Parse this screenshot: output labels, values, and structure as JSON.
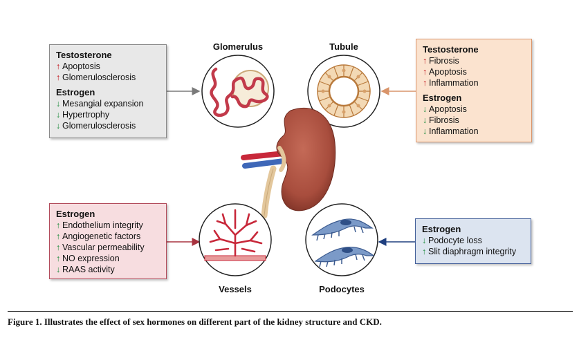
{
  "labels": {
    "glomerulus": "Glomerulus",
    "tubule": "Tubule",
    "vessels": "Vessels",
    "podocytes": "Podocytes"
  },
  "boxes": {
    "glomerulus": {
      "groups": [
        {
          "hormone": "Testosterone",
          "items": [
            {
              "dir": "up",
              "text": "Apoptosis"
            },
            {
              "dir": "up",
              "text": "Glomerulosclerosis"
            }
          ]
        },
        {
          "hormone": "Estrogen",
          "items": [
            {
              "dir": "down",
              "text": "Mesangial expansion"
            },
            {
              "dir": "down",
              "text": "Hypertrophy"
            },
            {
              "dir": "down",
              "text": "Glomerulosclerosis"
            }
          ]
        }
      ]
    },
    "tubule": {
      "groups": [
        {
          "hormone": "Testosterone",
          "items": [
            {
              "dir": "up",
              "text": "Fibrosis"
            },
            {
              "dir": "up",
              "text": "Apoptosis"
            },
            {
              "dir": "up",
              "text": "Inflammation"
            }
          ]
        },
        {
          "hormone": "Estrogen",
          "items": [
            {
              "dir": "down",
              "text": "Apoptosis"
            },
            {
              "dir": "down",
              "text": "Fibrosis"
            },
            {
              "dir": "down",
              "text": "Inflammation"
            }
          ]
        }
      ]
    },
    "vessels": {
      "groups": [
        {
          "hormone": "Estrogen",
          "items": [
            {
              "dir": "up",
              "text": "Endothelium integrity"
            },
            {
              "dir": "up",
              "text": "Angiogenetic factors"
            },
            {
              "dir": "up",
              "text": "Vascular permeability"
            },
            {
              "dir": "up",
              "text": "NO expression"
            },
            {
              "dir": "down",
              "text": "RAAS activity"
            }
          ]
        }
      ]
    },
    "podocytes": {
      "groups": [
        {
          "hormone": "Estrogen",
          "items": [
            {
              "dir": "down",
              "text": "Podocyte loss"
            },
            {
              "dir": "up",
              "text": "Slit diaphragm integrity"
            }
          ]
        }
      ]
    }
  },
  "colors": {
    "gray_box_bg": "#e8e8e8",
    "gray_box_border": "#8a8a8a",
    "peach_box_bg": "#fbe3cf",
    "peach_box_border": "#d9946a",
    "pink_box_bg": "#f7dde0",
    "pink_box_border": "#b24b5b",
    "blue_box_bg": "#dce4f0",
    "blue_box_border": "#44609a",
    "kidney": "#a84d3d",
    "arrow_up": "#c3151c",
    "arrow_down": "#1a8a3a"
  },
  "caption": "Figure 1. Illustrates the effect of sex hormones on different part of the kidney structure and CKD."
}
